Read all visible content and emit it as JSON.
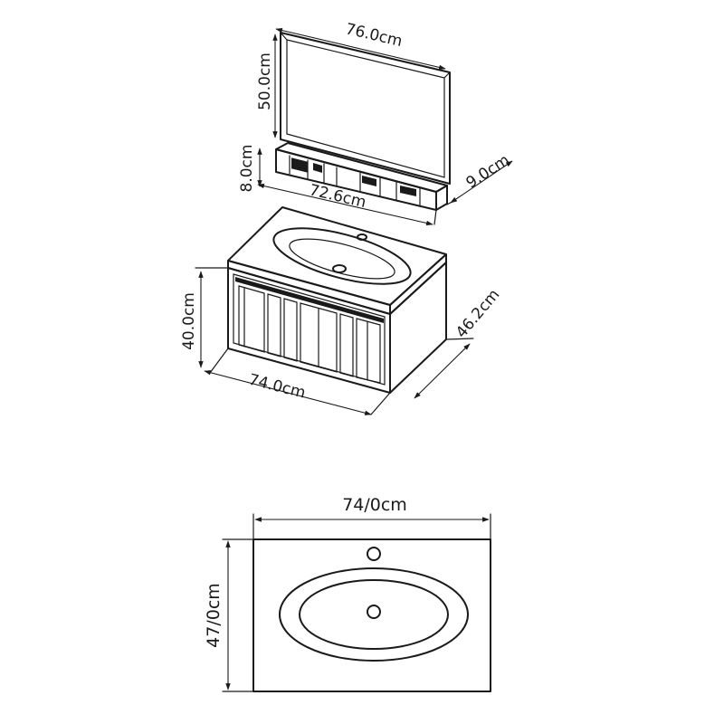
{
  "dimensions": {
    "mirror_width": "76.0cm",
    "mirror_height": "50.0cm",
    "shelf_height": "8.0cm",
    "shelf_depth": "9.0cm",
    "shelf_width": "72.6cm",
    "cabinet_height": "40.0cm",
    "cabinet_depth": "46.2cm",
    "cabinet_width": "74.0cm",
    "basin_width": "74/0cm",
    "basin_depth": "47/0cm"
  }
}
